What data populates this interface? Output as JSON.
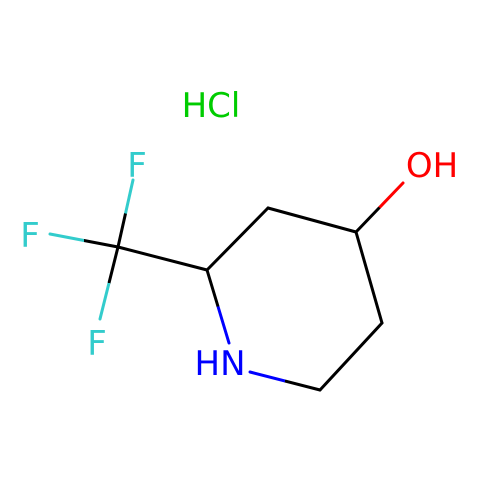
{
  "molecule": {
    "salt": "HCl",
    "labels": {
      "hydroxyl": "OH",
      "amine": "HN",
      "fluorine_top": "F",
      "fluorine_left": "F",
      "fluorine_bottom": "F"
    }
  },
  "colors": {
    "bond": "#000000",
    "oxygen": "#ff0000",
    "nitrogen": "#0000ff",
    "fluorine": "#33cccc",
    "chlorine_salt": "#00cc00"
  }
}
